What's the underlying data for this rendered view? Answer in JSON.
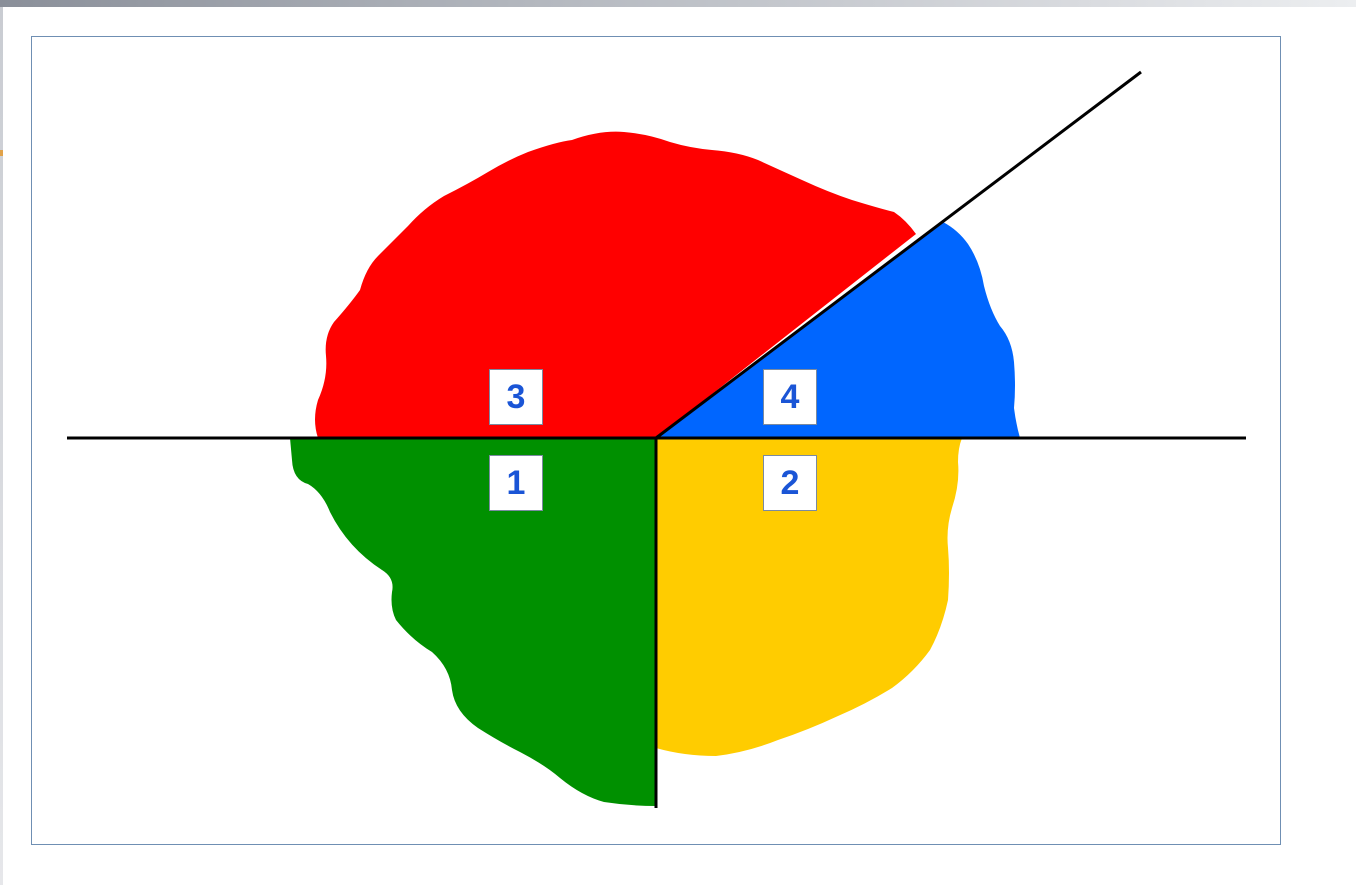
{
  "diagram": {
    "regions": [
      {
        "id": "1",
        "label": "1",
        "color": "#009000"
      },
      {
        "id": "2",
        "label": "2",
        "color": "#ffcc00"
      },
      {
        "id": "3",
        "label": "3",
        "color": "#ff0000"
      },
      {
        "id": "4",
        "label": "4",
        "color": "#0066ff"
      }
    ],
    "label_color": "#1a55d6",
    "line_color": "#000000",
    "frame_color": "#6f8fb3"
  }
}
